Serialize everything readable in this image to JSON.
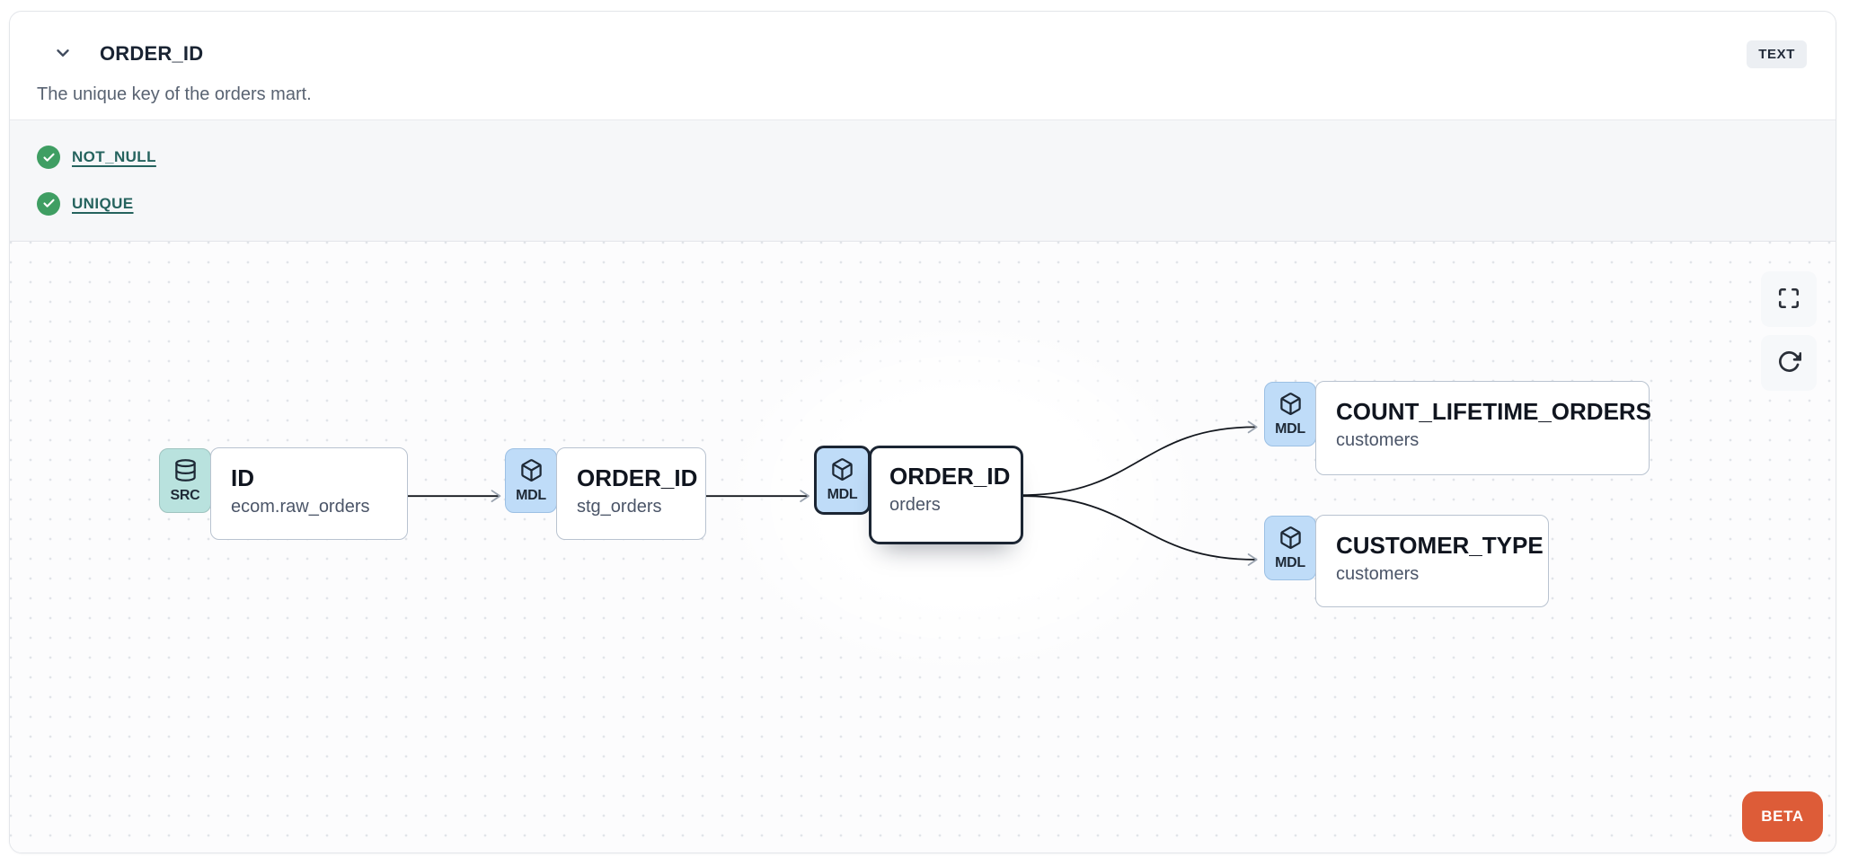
{
  "column_panel": {
    "title": "ORDER_ID",
    "data_type": "TEXT",
    "description": "The unique key of the orders mart.",
    "tests": [
      {
        "name": "NOT_NULL",
        "status": "passed",
        "icon": "check-circle"
      },
      {
        "name": "UNIQUE",
        "status": "passed",
        "icon": "check-circle"
      }
    ]
  },
  "lineage": {
    "beta_label": "BETA",
    "controls": [
      {
        "name": "fullscreen",
        "icon": "fullscreen-icon"
      },
      {
        "name": "refresh",
        "icon": "refresh-icon"
      }
    ],
    "nodes": [
      {
        "id": "source-id",
        "type": "SRC",
        "icon": "database",
        "title": "ID",
        "subtitle": "ecom.raw_orders",
        "selected": false
      },
      {
        "id": "stg-order-id",
        "type": "MDL",
        "icon": "cube",
        "title": "ORDER_ID",
        "subtitle": "stg_orders",
        "selected": false
      },
      {
        "id": "orders-order-id",
        "type": "MDL",
        "icon": "cube",
        "title": "ORDER_ID",
        "subtitle": "orders",
        "selected": true
      },
      {
        "id": "count-lifetime-orders",
        "type": "MDL",
        "icon": "cube",
        "title": "COUNT_LIFETIME_ORDERS",
        "subtitle": "customers",
        "selected": false
      },
      {
        "id": "customer-type",
        "type": "MDL",
        "icon": "cube",
        "title": "CUSTOMER_TYPE",
        "subtitle": "customers",
        "selected": false
      }
    ],
    "edges": [
      {
        "from": "source-id",
        "to": "stg-order-id"
      },
      {
        "from": "stg-order-id",
        "to": "orders-order-id"
      },
      {
        "from": "orders-order-id",
        "to": "count-lifetime-orders"
      },
      {
        "from": "orders-order-id",
        "to": "customer-type"
      }
    ]
  },
  "colors": {
    "accent_orange": "#DD5C38",
    "link_teal": "#25635E",
    "check_green": "#3F9E63",
    "src_badge_bg": "#B9E2DE",
    "mdl_badge_bg": "#BFDCF8",
    "selected_border": "#1B2533",
    "edge_line": "#14181F",
    "edge_arrowhead": "#9AA3AF"
  }
}
